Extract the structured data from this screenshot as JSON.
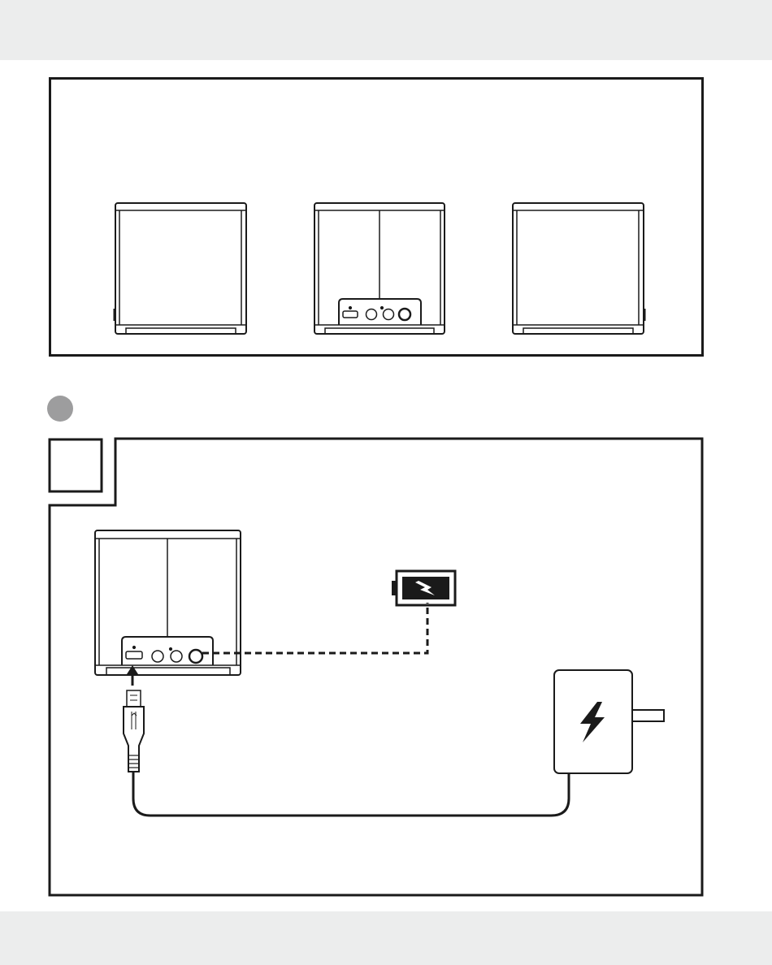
{
  "colors": {
    "page_band": "#eceded",
    "line": "#1a1a1a",
    "step_marker": "#9d9d9e",
    "white": "#ffffff"
  },
  "figure_1": {
    "views": [
      "speaker-front-view",
      "speaker-rear-view",
      "speaker-side-view"
    ]
  },
  "figure_2": {
    "step_number": "",
    "icons": [
      "battery-charging-icon",
      "usb-cable-icon",
      "power-adapter-icon",
      "lightning-icon"
    ]
  }
}
